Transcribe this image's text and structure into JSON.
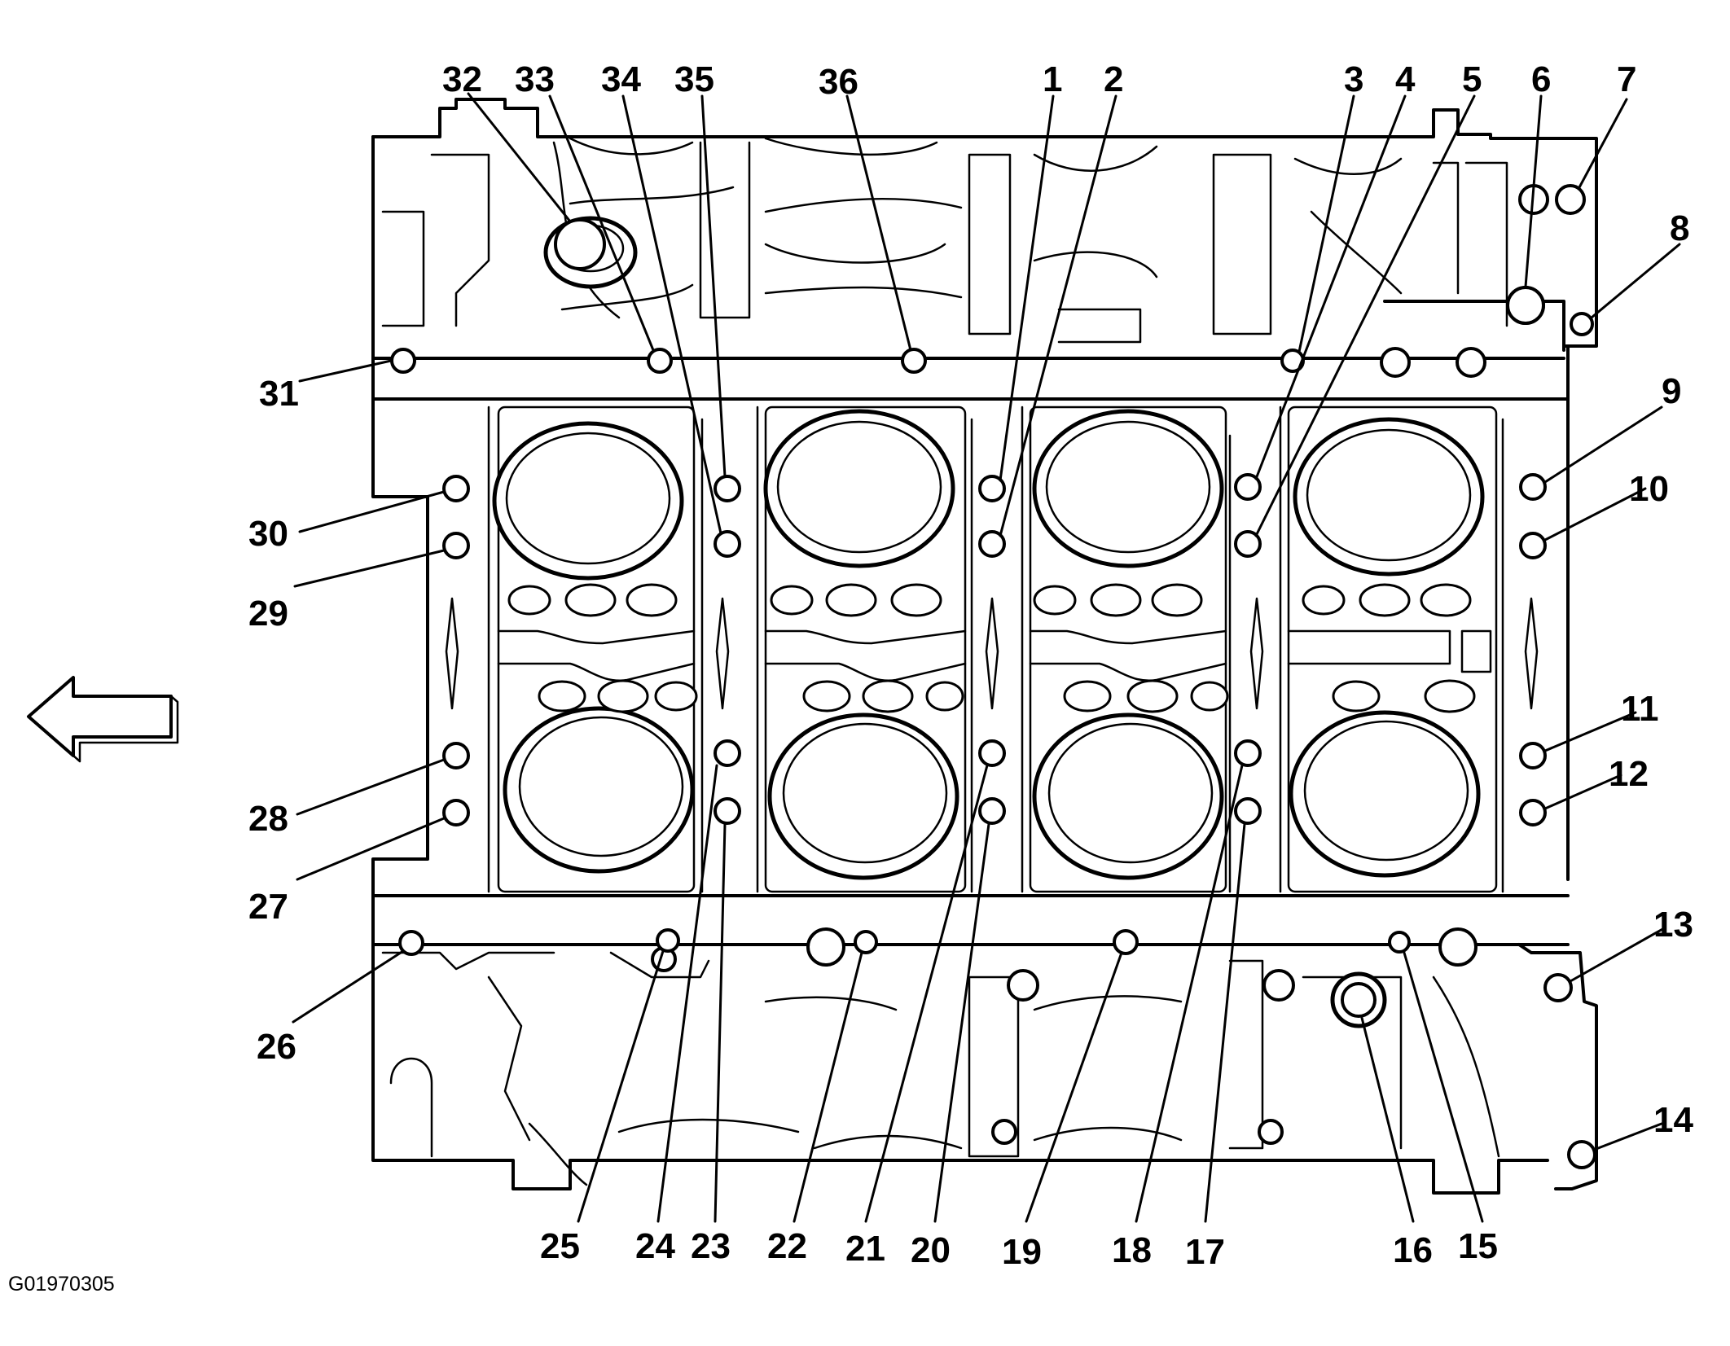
{
  "figure_id": "G01970305",
  "direction_arrow": "left-arrow-icon",
  "callouts": [
    {
      "label": "1"
    },
    {
      "label": "2"
    },
    {
      "label": "3"
    },
    {
      "label": "4"
    },
    {
      "label": "5"
    },
    {
      "label": "6"
    },
    {
      "label": "7"
    },
    {
      "label": "8"
    },
    {
      "label": "9"
    },
    {
      "label": "10"
    },
    {
      "label": "11"
    },
    {
      "label": "12"
    },
    {
      "label": "13"
    },
    {
      "label": "14"
    },
    {
      "label": "15"
    },
    {
      "label": "16"
    },
    {
      "label": "17"
    },
    {
      "label": "18"
    },
    {
      "label": "19"
    },
    {
      "label": "20"
    },
    {
      "label": "21"
    },
    {
      "label": "22"
    },
    {
      "label": "23"
    },
    {
      "label": "24"
    },
    {
      "label": "25"
    },
    {
      "label": "26"
    },
    {
      "label": "27"
    },
    {
      "label": "28"
    },
    {
      "label": "29"
    },
    {
      "label": "30"
    },
    {
      "label": "31"
    },
    {
      "label": "32"
    },
    {
      "label": "33"
    },
    {
      "label": "34"
    },
    {
      "label": "35"
    },
    {
      "label": "36"
    }
  ]
}
